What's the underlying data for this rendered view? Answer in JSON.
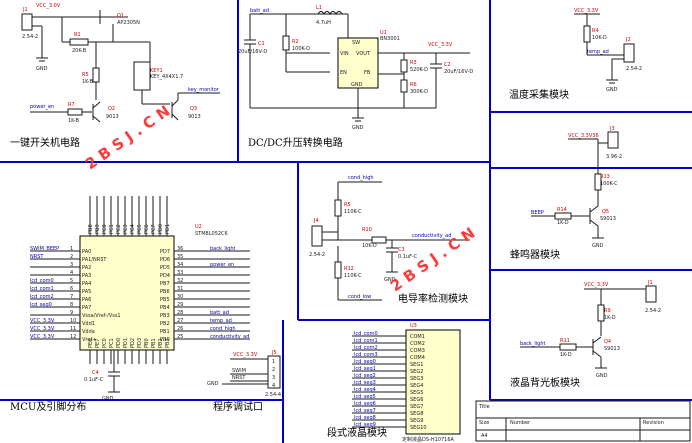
{
  "sections": {
    "power_switch": "一键开关机电路",
    "dcdc": "DC/DC升压转换电路",
    "temperature": "温度采集模块",
    "buzzer": "蜂鸣器模块",
    "conductivity": "电导率检测模块",
    "mcu": "MCU及引脚分布",
    "debug": "程序调试口",
    "lcd_seg": "段式液晶模块",
    "backlight": "液晶背光板模块"
  },
  "watermark": "2 B S J . C N",
  "title_block": {
    "title": "Title",
    "size_label": "Size",
    "size": "A4",
    "number": "Number",
    "revision": "Revision"
  },
  "power_switch": {
    "j1": "J1",
    "j1_val": "2.54-2",
    "vcc": "VCC_3.0V",
    "gnd": "GND",
    "q1": "Q1",
    "q1_val": "AP2305N",
    "r1": "R1",
    "r1_val": "20K-B",
    "r5": "R5",
    "r5_val": "1K-B",
    "r7": "R7",
    "r7_val": "1K-B",
    "q2": "Q2",
    "q2_val": "9013",
    "q3": "Q3",
    "q3_val": "9013",
    "key1": "KEY1",
    "key1_val": "KEY_4X4X1.7",
    "power_en": "power_en",
    "key_monitor": "key_monitor"
  },
  "dcdc": {
    "batt_ad": "batt_ad",
    "l1": "L1",
    "l1_val": "4.7uH",
    "c1": "C1",
    "c1_val": "20uF/16V-D",
    "r2": "R2",
    "r2_val": "100K-D",
    "u1": "U1",
    "u1_val": "BN3001",
    "sw": "SW",
    "vin": "VIN",
    "vout": "VOUT",
    "en": "EN",
    "fb": "FB",
    "gnd_pin": "GND",
    "r3": "R3",
    "r3_val": "520K-D",
    "r6": "R6",
    "r6_val": "300K-D",
    "c2": "C2",
    "c2_val": "20uF/16V-D",
    "vcc": "VCC_3.3V",
    "gnd": "GND"
  },
  "temperature": {
    "vcc": "VCC_3.3V",
    "r4": "R4",
    "r4_val": "10K-D",
    "temp_ad": "temp_ad",
    "j2": "J2",
    "j2_val": "2.54-2",
    "gnd": "GND"
  },
  "buzzer": {
    "vcc": "VCC_3.3V36",
    "j3": "J3",
    "j3_val": "3.96-2",
    "r13": "R13",
    "r13_val": "100K-C",
    "beep": "BEEP",
    "r14": "R14",
    "r14_val": "1K-D",
    "q5": "Q5",
    "q5_val": "S9013",
    "gnd": "GND"
  },
  "conductivity": {
    "cond_high": "cond_high",
    "cond_low": "cond_low",
    "r5": "R5",
    "r5_val": "110K-C",
    "r10": "R10",
    "r10_val": "10K-D",
    "r12": "R12",
    "r12_val": "110K-C",
    "j4": "J4",
    "j4_val": "2.54-2",
    "c3": "C3",
    "c3_val": "0.1uF-C",
    "cond_ad": "conductivity_ad",
    "gnd": "GND"
  },
  "mcu": {
    "u2": "U2",
    "u2_val": "STM8L052C6",
    "left_nets": [
      "SWIM_BEEP",
      "NRST",
      "",
      "",
      "lcd_com0",
      "lcd_com1",
      "lcd_com2",
      "lcd_seg0",
      "",
      "VCC_3.3V",
      "VCC_3.3V",
      "VCC_3.3V",
      "VCC_3.3V"
    ],
    "left_pins": [
      "PA0",
      "PA1/NRST",
      "PA2",
      "PA3",
      "PA4",
      "PA5",
      "PA6",
      "PA7",
      "Vssa/Vref-/Vss1",
      "Vdd1",
      "Vdda",
      "Vref+"
    ],
    "left_nums": [
      "1",
      "2",
      "3",
      "4",
      "5",
      "6",
      "7",
      "8",
      "9",
      "10",
      "11",
      "12"
    ],
    "right_pins": [
      "PD7",
      "PD6",
      "PD5",
      "PD4",
      "PB7",
      "PB6",
      "PB5",
      "PB4",
      "PB3",
      "PB2",
      "PB1",
      "PB0"
    ],
    "right_nums": [
      "36",
      "35",
      "34",
      "33",
      "32",
      "31",
      "30",
      "29",
      "28",
      "27",
      "26",
      "25"
    ],
    "right_nets": [
      "back_light",
      "",
      "power_en",
      "",
      "",
      "",
      "",
      "",
      "batt_ad",
      "temp_ad",
      "cond_high",
      "conductivity_ad"
    ],
    "top_pins": [
      "PB8",
      "PB9",
      "PC0",
      "PC1",
      "PC2",
      "PC3",
      "PC4",
      "PC5",
      "PC6",
      "PC7",
      "PD0",
      "PD1"
    ],
    "bottom_pins": [
      "PE6",
      "PE7",
      "PC0",
      "PC1",
      "PD0",
      "PD1",
      "PD2",
      "PD3",
      "PB0",
      "PB1",
      "PB2",
      "PB3"
    ],
    "c4": "C4",
    "c4_val": "0.1uF-C",
    "gnd": "GND"
  },
  "debug": {
    "vcc": "VCC_3.3V",
    "swim": "SWIM",
    "nrst": "NRST",
    "gnd": "GND",
    "j5": "J5",
    "j5_val": "2.54-4",
    "pins": [
      "1",
      "2",
      "3",
      "4"
    ]
  },
  "lcd": {
    "u3": "U3",
    "u3_val": "定制液晶DS-H10716A",
    "nets": [
      "lcd_com0",
      "lcd_com1",
      "lcd_com2",
      "lcd_com3",
      "lcd_seg0",
      "lcd_seg1",
      "lcd_seg2",
      "lcd_seg3",
      "lcd_seg4",
      "lcd_seg5",
      "lcd_seg6",
      "lcd_seg7",
      "lcd_seg8",
      "lcd_seg9"
    ],
    "pins": [
      "COM1",
      "COM2",
      "COM3",
      "COM4",
      "SEG1",
      "SEG2",
      "SEG3",
      "SEG4",
      "SEG5",
      "SEG6",
      "SEG7",
      "SEG8",
      "SEG9",
      "SEG10"
    ]
  },
  "backlight": {
    "vcc": "VCC_3.3V",
    "j1": "J1",
    "j1_val": "2.54-2",
    "r9": "R9",
    "r9_val": "1K-D",
    "back_light": "back_light",
    "r11": "R11",
    "r11_val": "1K-D",
    "q4": "Q4",
    "q4_val": "S9013",
    "gnd": "GND"
  }
}
